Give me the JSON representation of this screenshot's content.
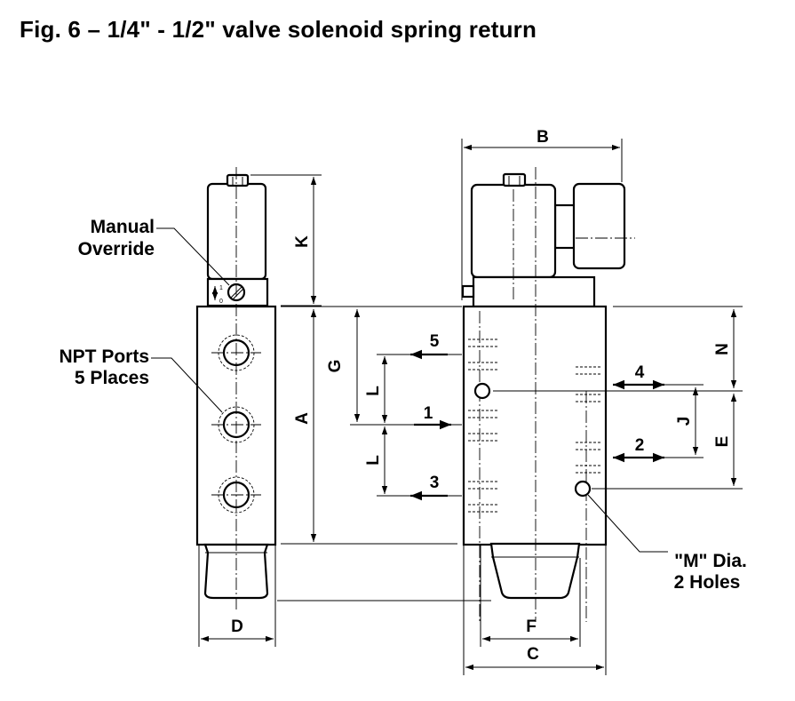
{
  "title": "Fig. 6 – 1/4\" - 1/2\" valve solenoid spring return",
  "callouts": {
    "manual_override": [
      "Manual",
      "Override"
    ],
    "npt_ports": [
      "NPT Ports",
      "5 Places"
    ],
    "mounting_holes": [
      "\"M\" Dia.",
      "2 Holes"
    ]
  },
  "dimensions": {
    "A": "A",
    "B": "B",
    "C": "C",
    "D": "D",
    "E": "E",
    "F": "F",
    "G": "G",
    "J": "J",
    "K": "K",
    "L": "L",
    "N": "N"
  },
  "ports": [
    "1",
    "2",
    "3",
    "4",
    "5"
  ],
  "override_marks": [
    "1",
    "0"
  ]
}
